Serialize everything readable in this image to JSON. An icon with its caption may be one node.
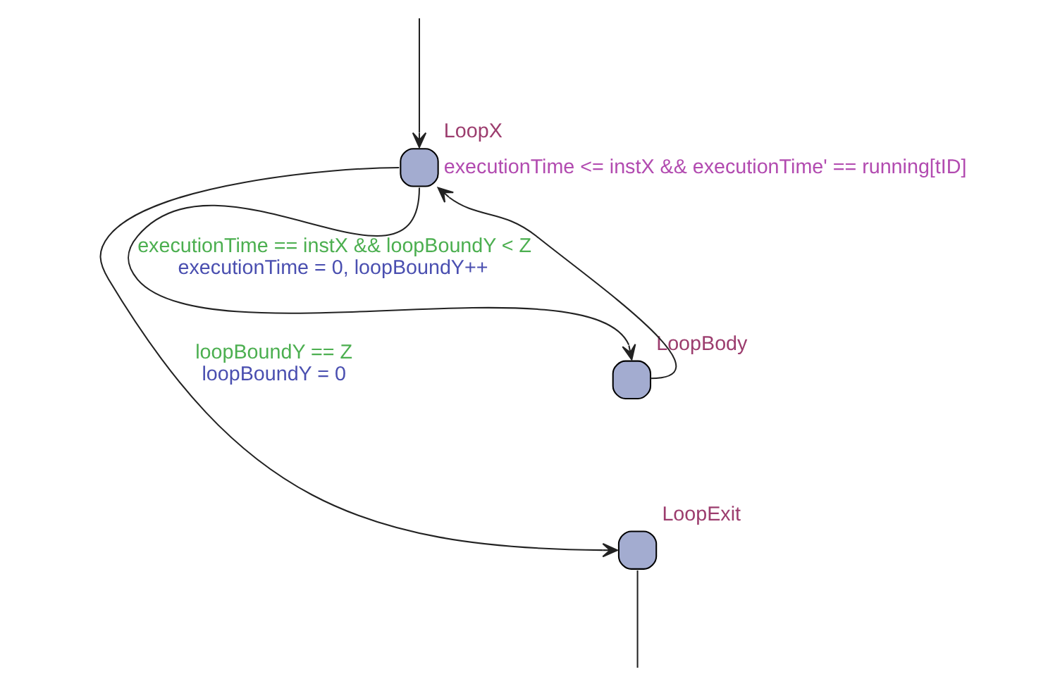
{
  "diagram": {
    "nodes": [
      {
        "text": [
          "LoopX"
        ],
        "beside": [
          "executionTime <= instX && executionTime' == running[tID]"
        ]
      },
      {
        "text": [
          "LoopBody"
        ]
      },
      {
        "text": [
          "LoopExit"
        ]
      }
    ],
    "edges": [
      {
        "from": null,
        "to": 0,
        "arrow": "to"
      },
      {
        "from": 0,
        "to": 1,
        "arrow": "to",
        "label": [
          "executionTime == instX && loopBoundY < Z",
          "executionTime = 0, loopBoundY++"
        ]
      },
      {
        "from": 1,
        "to": 0,
        "arrow": "to"
      },
      {
        "from": 0,
        "to": 2,
        "arrow": "to",
        "label": [
          "loopBoundY == Z",
          "loopBoundY = 0"
        ]
      },
      {
        "from": 2,
        "to": null,
        "arrow": "none"
      }
    ]
  }
}
